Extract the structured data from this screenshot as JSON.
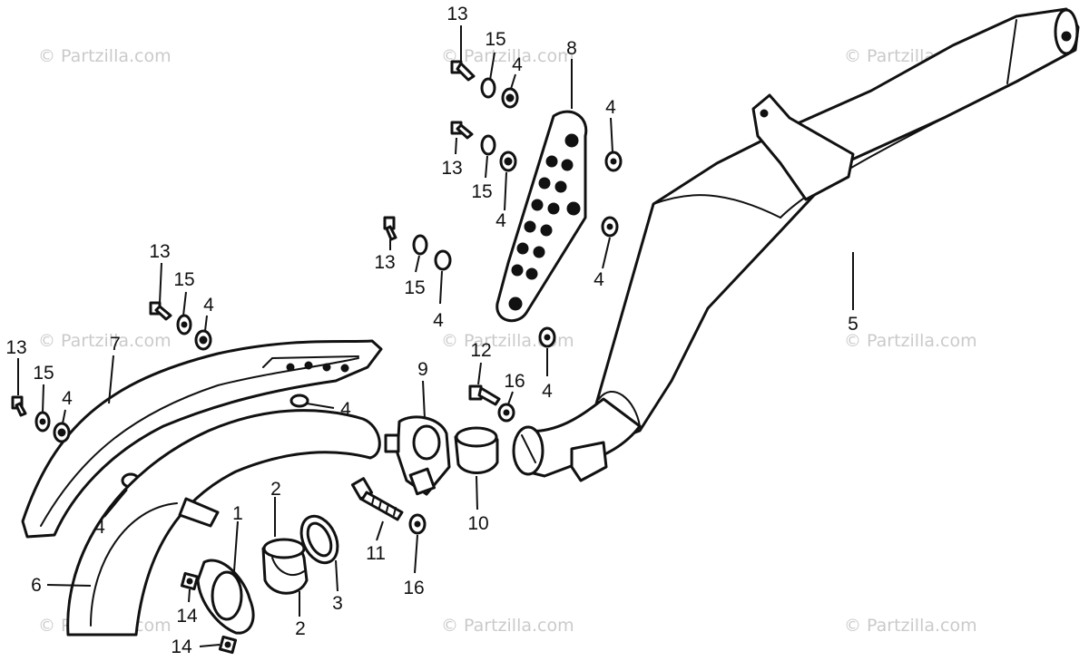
{
  "watermark": "© Partzilla.com",
  "callouts": {
    "c1": "1",
    "c2a": "2",
    "c2b": "2",
    "c3": "3",
    "c4a": "4",
    "c4b": "4",
    "c4c": "4",
    "c4d": "4",
    "c4e": "4",
    "c4f": "4",
    "c4g": "4",
    "c4h": "4",
    "c4i": "4",
    "c4j": "4",
    "c5": "5",
    "c6": "6",
    "c7": "7",
    "c8": "8",
    "c9": "9",
    "c10": "10",
    "c11": "11",
    "c12": "12",
    "c13a": "13",
    "c13b": "13",
    "c13c": "13",
    "c13d": "13",
    "c13e": "13",
    "c14a": "14",
    "c14b": "14",
    "c15a": "15",
    "c15b": "15",
    "c15c": "15",
    "c15d": "15",
    "c15e": "15",
    "c16a": "16",
    "c16b": "16"
  }
}
